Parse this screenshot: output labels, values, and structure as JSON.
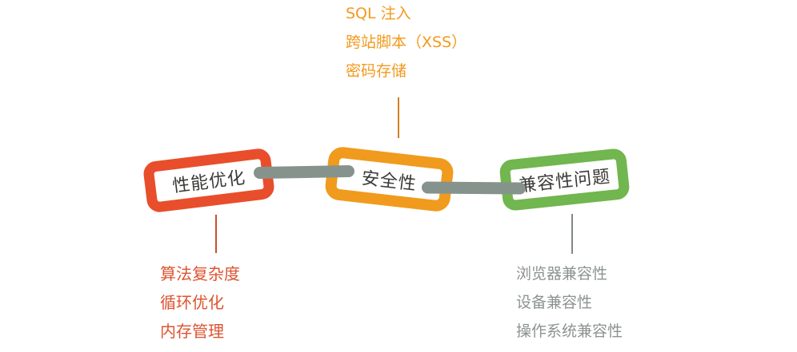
{
  "diagram": {
    "background_color": "#ffffff",
    "connector_color": "#86938d",
    "nodes": [
      {
        "label": "性能优化",
        "border_color": "#e84e2b",
        "text_color": "#3b3a38"
      },
      {
        "label": "安全性",
        "border_color": "#f09b1e",
        "text_color": "#3b3a38"
      },
      {
        "label": "兼容性问题",
        "border_color": "#71b64e",
        "text_color": "#3b3a38"
      }
    ],
    "security_list": {
      "color": "#f2991d",
      "items": [
        "SQL 注入",
        "跨站脚本（XSS）",
        "密码存储"
      ]
    },
    "performance_list": {
      "color": "#dd5330",
      "items": [
        "算法复杂度",
        "循环优化",
        "内存管理"
      ]
    },
    "compatibility_list": {
      "color": "#8c938f",
      "items": [
        "浏览器兼容性",
        "设备兼容性",
        "操作系统兼容性"
      ]
    }
  }
}
